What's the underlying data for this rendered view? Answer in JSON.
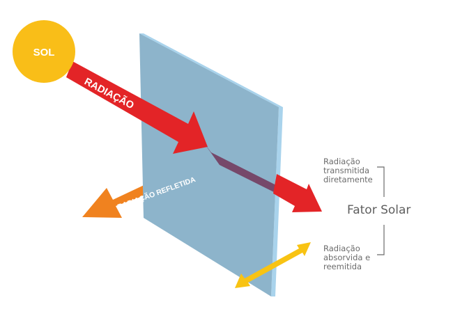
{
  "sun": {
    "label": "SOL",
    "color": "#f9be18"
  },
  "glass": {
    "face_color": "#8db4cb",
    "edge_color": "#a9d3ec"
  },
  "rays": {
    "incident": {
      "label": "RADIAÇÃO",
      "color": "#e32427"
    },
    "reflected": {
      "label": "RADIAÇÃO REFLETIDA",
      "color": "#f0821f"
    },
    "transmitted": {
      "color": "#e32427"
    },
    "absorbed": {
      "color": "#f8c313"
    }
  },
  "labels": {
    "transmitted": "Radiação\ntransmitida\ndiretamente",
    "absorbed": "Radiação\nabsorvida e\nreemitida",
    "fator_solar": "Fator Solar"
  }
}
